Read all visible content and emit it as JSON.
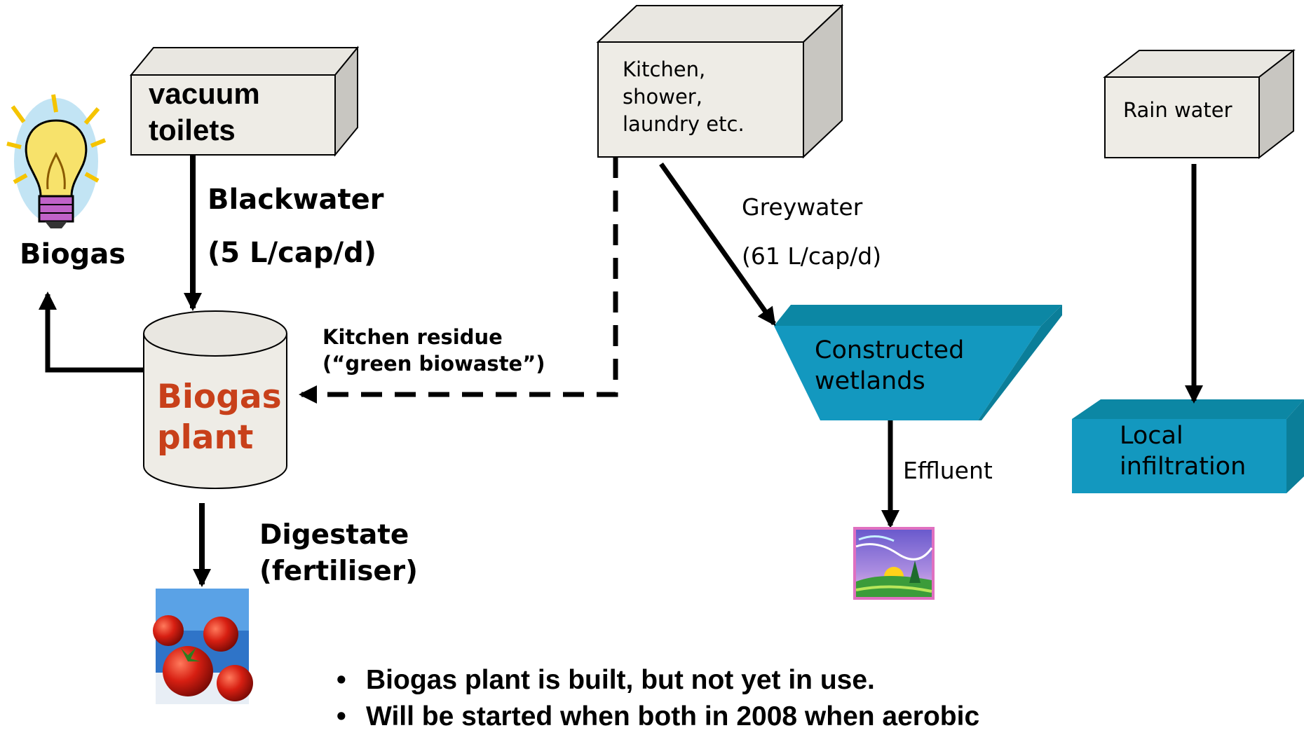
{
  "nodes": {
    "vacuum_toilets": "vacuum\ntoilets",
    "kitchen_shower": "Kitchen,\nshower,\nlaundry etc.",
    "rain_water": "Rain water",
    "biogas_plant": "Biogas\nplant",
    "constructed_wetlands": "Constructed\nwetlands",
    "local_infiltration": "Local\ninfiltration"
  },
  "labels": {
    "biogas": "Biogas",
    "blackwater": "Blackwater",
    "blackwater_volume": "(5 L/cap/d)",
    "kitchen_residue": "Kitchen residue\n(“green biowaste”)",
    "greywater": "Greywater",
    "greywater_volume": "(61 L/cap/d)",
    "effluent": "Effluent",
    "digestate": "Digestate\n(fertiliser)"
  },
  "notes": [
    "Biogas plant is built, but not yet in use.",
    "Will be started when both in 2008 when aerobic"
  ],
  "icons": [
    "lightbulb-icon",
    "tomatoes-image",
    "landscape-icon"
  ],
  "colors": {
    "box_front": "#eeece6",
    "box_side": "#c8c6c1",
    "box_top": "#e9e7e1",
    "teal_front": "#1398bf",
    "teal_side": "#0b7e99",
    "teal_top": "#0c87a4",
    "plant_text": "#c8401a"
  }
}
